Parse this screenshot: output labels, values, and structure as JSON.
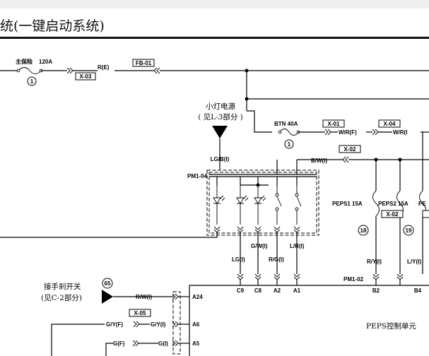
{
  "title": "统(一键启动系统)",
  "fuses": {
    "main": {
      "label": "主保险",
      "rating": "120A",
      "num": "1"
    },
    "btn": {
      "label": "BTN 40A",
      "num": "1"
    },
    "peps1": {
      "label": "PEPS1 15A",
      "num": "18"
    },
    "peps2": {
      "label": "PEPS2 15A",
      "num": "19"
    },
    "peps3": {
      "label": "PE"
    }
  },
  "connectors": {
    "x03": "X-03",
    "fb01": "FB-01",
    "x01": "X-01",
    "x04": "X-04",
    "x02a": "X-02",
    "x02b": "X-02",
    "x05": "X-05"
  },
  "wires": {
    "re": "R(E)",
    "wrf1": "W/R(F)",
    "wrf2": "W/R(I",
    "bwi": "B/W(I)",
    "lgbi": "LG/B(I)",
    "gwi": "G/W(I)",
    "lri": "L/R(I)",
    "lgi": "LG(I)",
    "rgi": "R/G(I)",
    "ryi": "R/Y(I)",
    "lyi": "L/Y(I)",
    "rwi": "R/W(I)",
    "gyf": "G/Y(F)",
    "gyi": "G/Y(I)",
    "gf": "G(F)",
    "gi": "G(I)"
  },
  "pins": {
    "c9": "C9",
    "c8": "C8",
    "a2": "A2",
    "a1": "A1",
    "b2": "B2",
    "b4": "B4",
    "a24": "A24",
    "a6": "A6",
    "a5": "A5"
  },
  "plugs": {
    "pm104": "PM1-04",
    "pm102": "PM1-02"
  },
  "refs": {
    "lamp_power": "小灯电源",
    "lamp_ref": "( 见L-3部分 )",
    "handbrake": "接手刹开关",
    "handbrake_ref": "(见C-2部分)",
    "handbrake_num": "65"
  },
  "unit": "PEPS控制单元"
}
